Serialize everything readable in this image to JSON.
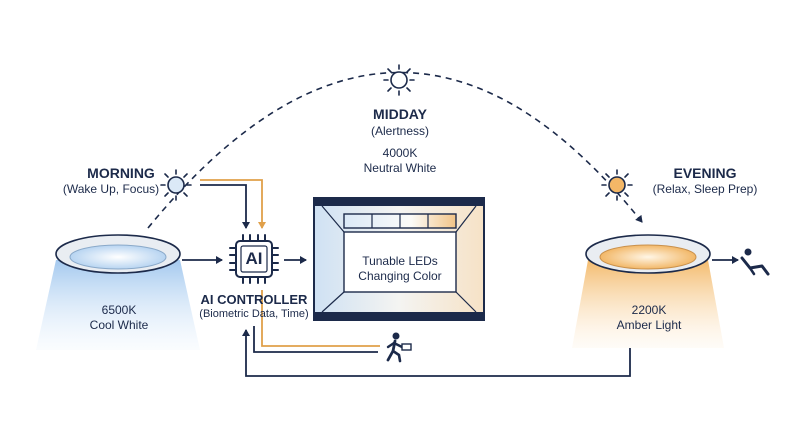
{
  "morning": {
    "title": "MORNING",
    "subtitle": "(Wake Up, Focus)",
    "temp": "6500K",
    "temp_label": "Cool White"
  },
  "midday": {
    "title": "MIDDAY",
    "subtitle": "(Alertness)",
    "temp": "4000K",
    "temp_label": "Neutral White"
  },
  "evening": {
    "title": "EVENING",
    "subtitle": "(Relax, Sleep Prep)",
    "temp": "2200K",
    "temp_label": "Amber Light"
  },
  "controller": {
    "chip_label": "AI",
    "title": "AI CONTROLLER",
    "subtitle": "(Biometric Data, Time)"
  },
  "room": {
    "line1": "Tunable LEDs",
    "line2": "Changing Color"
  },
  "colors": {
    "navy": "#1c2a4a",
    "amber": "#e0a04a",
    "cool": "#bcd8f2",
    "warm": "#f6c98a"
  },
  "icons": [
    "sun-icon",
    "ai-chip-icon",
    "person-walking-laptop-icon",
    "person-reclining-icon"
  ]
}
